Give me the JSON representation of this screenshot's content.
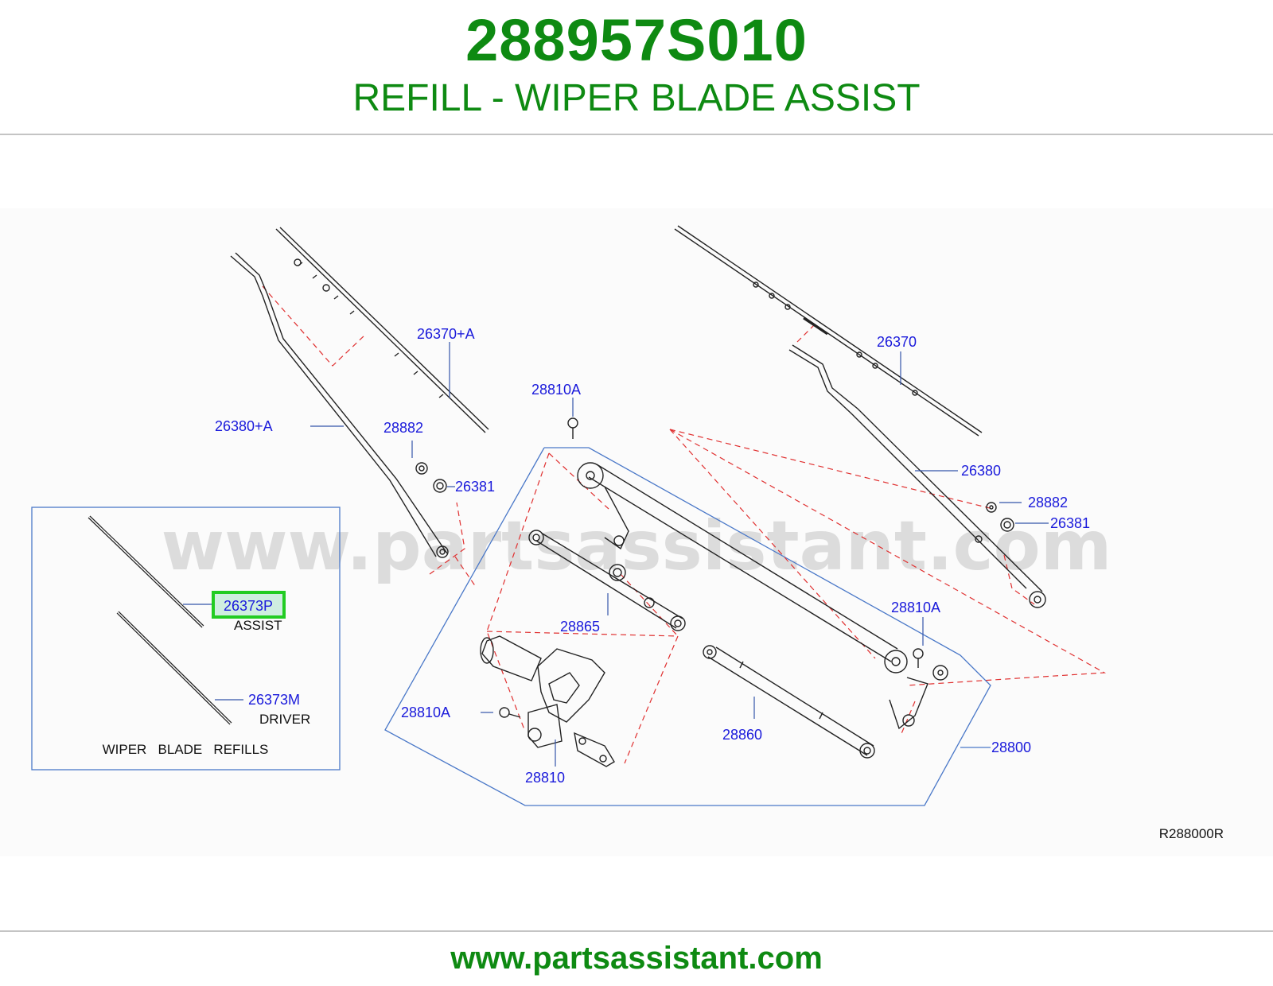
{
  "header": {
    "part_number": "288957S010",
    "part_title": "REFILL - WIPER BLADE ASSIST"
  },
  "watermark": "www.partsassistant.com",
  "diagram": {
    "callouts": {
      "c26370A": "26370+A",
      "c26380A": "26380+A",
      "c28882_left": "28882",
      "c26381_left": "26381",
      "c28810A_top": "28810A",
      "c26370": "26370",
      "c26380": "26380",
      "c28882_right": "28882",
      "c26381_right": "26381",
      "c28810A_right": "28810A",
      "c28865": "28865",
      "c28810A_left": "28810A",
      "c28810": "28810",
      "c28860": "28860",
      "c28800": "28800"
    },
    "inset": {
      "assist_part": "26373P",
      "assist_label": "ASSIST",
      "driver_part": "26373M",
      "driver_label": "DRIVER",
      "caption": "WIPER   BLADE   REFILLS"
    },
    "highlighted_part": "26373P",
    "reference_code": "R288000R"
  },
  "footer": {
    "url": "www.partsassistant.com"
  },
  "colors": {
    "brand_green": "#0e8a12",
    "callout_blue": "#1a1adb",
    "highlight_green": "#22cc22",
    "leader_red": "#e03030",
    "outline_blue": "#4a78c8"
  }
}
